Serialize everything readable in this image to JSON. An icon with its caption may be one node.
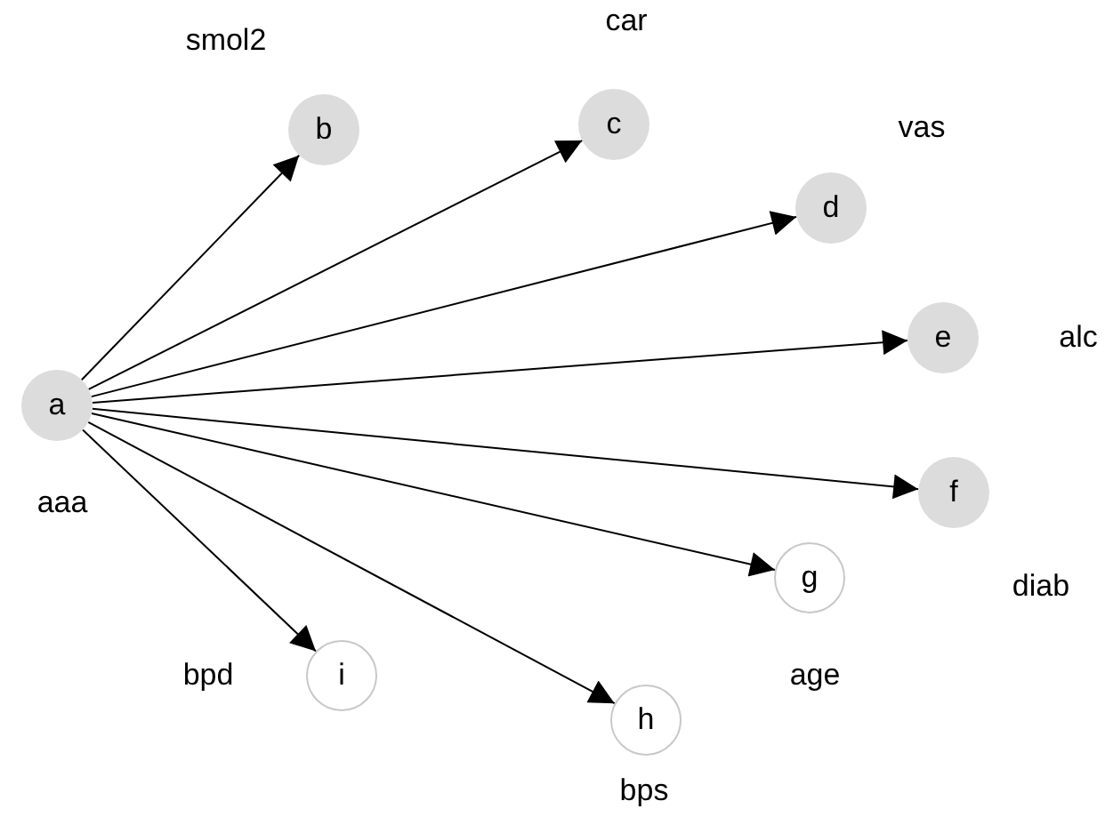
{
  "diagram": {
    "nodes": [
      {
        "text": [
          "a"
        ],
        "beside": [
          "aaa"
        ]
      },
      {
        "text": [
          "b"
        ],
        "beside": [
          "smol2"
        ]
      },
      {
        "text": [
          "c"
        ],
        "beside": [
          "car"
        ]
      },
      {
        "text": [
          "d"
        ],
        "beside": [
          "vas"
        ]
      },
      {
        "text": [
          "e"
        ],
        "beside": [
          "alc"
        ]
      },
      {
        "text": [
          "f"
        ],
        "beside": [
          "diab"
        ]
      },
      {
        "text": [
          "g"
        ],
        "beside": [
          "age"
        ]
      },
      {
        "text": [
          "h"
        ],
        "beside": [
          "bps"
        ]
      },
      {
        "text": [
          "i"
        ],
        "beside": [
          "bpd"
        ]
      }
    ],
    "edges": [
      {
        "from": 0,
        "to": 1,
        "arrow": "to"
      },
      {
        "from": 0,
        "to": 2,
        "arrow": "to"
      },
      {
        "from": 0,
        "to": 3,
        "arrow": "to"
      },
      {
        "from": 0,
        "to": 4,
        "arrow": "to"
      },
      {
        "from": 0,
        "to": 5,
        "arrow": "to"
      },
      {
        "from": 0,
        "to": 6,
        "arrow": "to"
      },
      {
        "from": 0,
        "to": 7,
        "arrow": "to"
      },
      {
        "from": 0,
        "to": 8,
        "arrow": "to"
      }
    ]
  }
}
